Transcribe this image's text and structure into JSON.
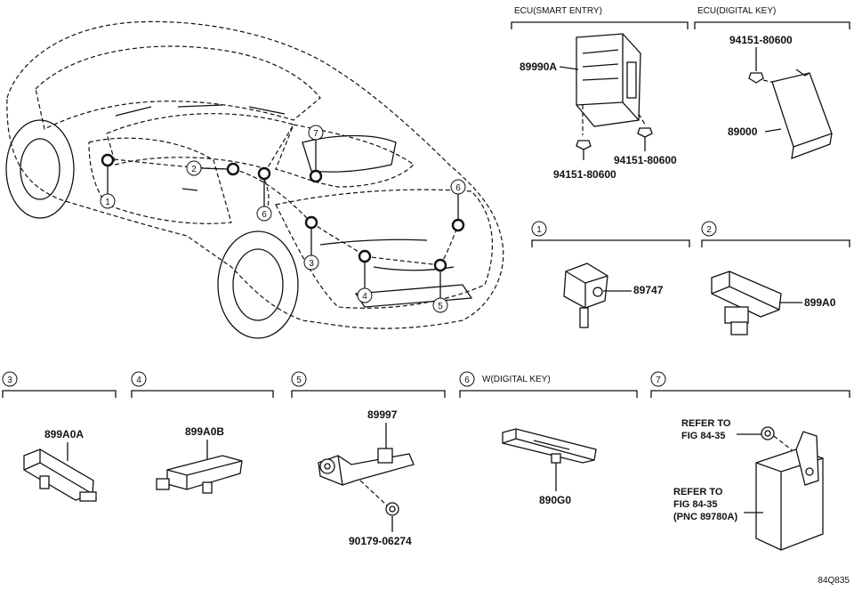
{
  "diagram_code": "84Q835",
  "groups": [
    {
      "id": "smart_entry",
      "header": "ECU(SMART ENTRY)"
    },
    {
      "id": "digital_key",
      "header": "ECU(DIGITAL KEY)"
    },
    {
      "id": "g1",
      "marker": "1",
      "header": ""
    },
    {
      "id": "g2",
      "marker": "2",
      "header": ""
    },
    {
      "id": "g3",
      "marker": "3",
      "header": ""
    },
    {
      "id": "g4",
      "marker": "4",
      "header": ""
    },
    {
      "id": "g5",
      "marker": "5",
      "header": ""
    },
    {
      "id": "g6",
      "marker": "6",
      "header": "W(DIGITAL KEY)"
    },
    {
      "id": "g7",
      "marker": "7",
      "header": ""
    }
  ],
  "parts": {
    "smart_entry_ecu": "89990A",
    "smart_entry_bolt_1": "94151-80600",
    "smart_entry_bolt_2": "94151-80600",
    "digital_key_bolt": "94151-80600",
    "digital_key_ecu": "89000",
    "p1": "89747",
    "p2": "899A0",
    "p3": "899A0A",
    "p4": "899A0B",
    "p5": "89997",
    "p5_bolt": "90179-06274",
    "p6": "890G0"
  },
  "refer_1": [
    "REFER TO",
    "FIG 84-35"
  ],
  "refer_2": [
    "REFER TO",
    "FIG 84-35",
    "(PNC 89780A)"
  ],
  "car_markers": [
    "1",
    "2",
    "6",
    "7",
    "3",
    "4",
    "5",
    "6"
  ]
}
